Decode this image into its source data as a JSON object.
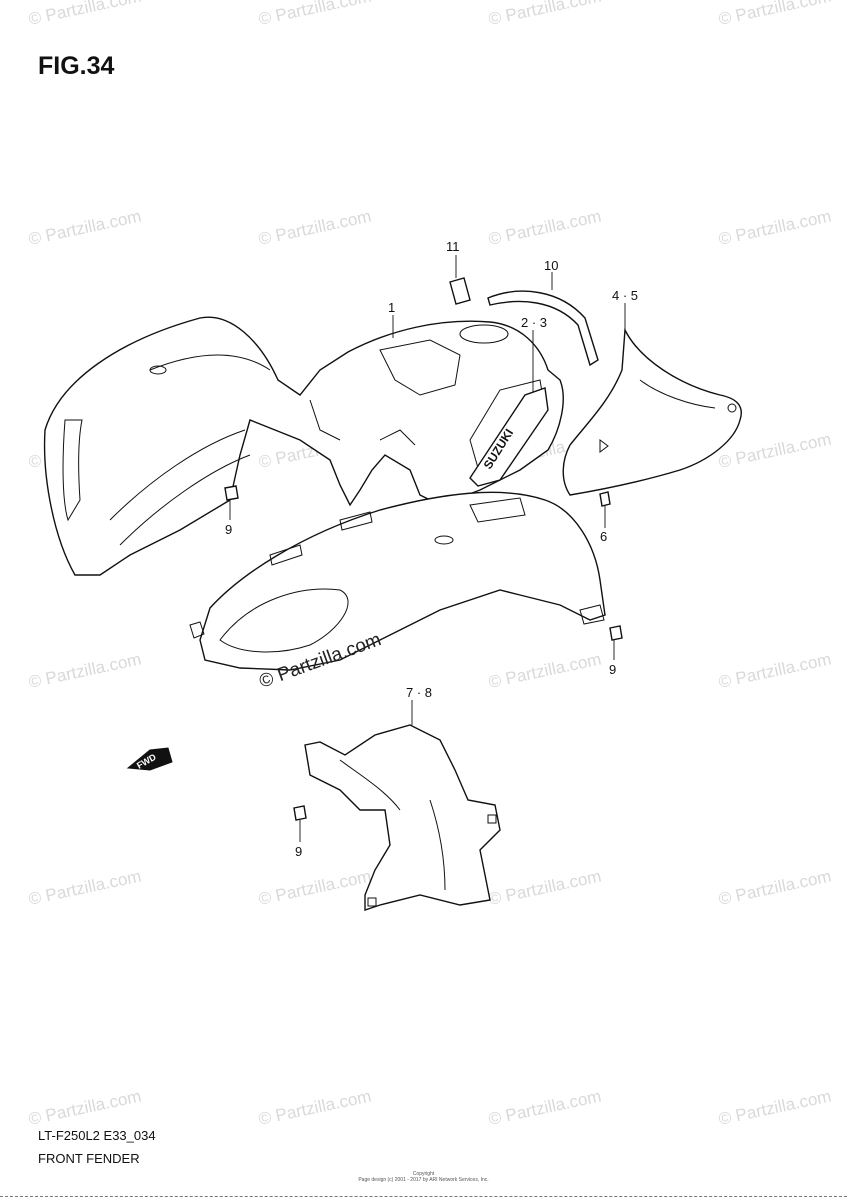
{
  "figure_label": "FIG.34",
  "model_code": "LT-F250L2 E33_034",
  "section_title": "FRONT FENDER",
  "copyright_line1": "Copyright",
  "copyright_line2": "Page design (c) 2001 - 2017 by ARI Network Services, Inc.",
  "watermark_text": "© Partzilla.com",
  "fwd_marker": "FWD",
  "emblem_text": "SUZUKI",
  "callouts": {
    "c1": "1",
    "c23": "2 · 3",
    "c45": "4 · 5",
    "c6": "6",
    "c78": "7 · 8",
    "c9a": "9",
    "c9b": "9",
    "c9c": "9",
    "c10": "10",
    "c11": "11"
  }
}
